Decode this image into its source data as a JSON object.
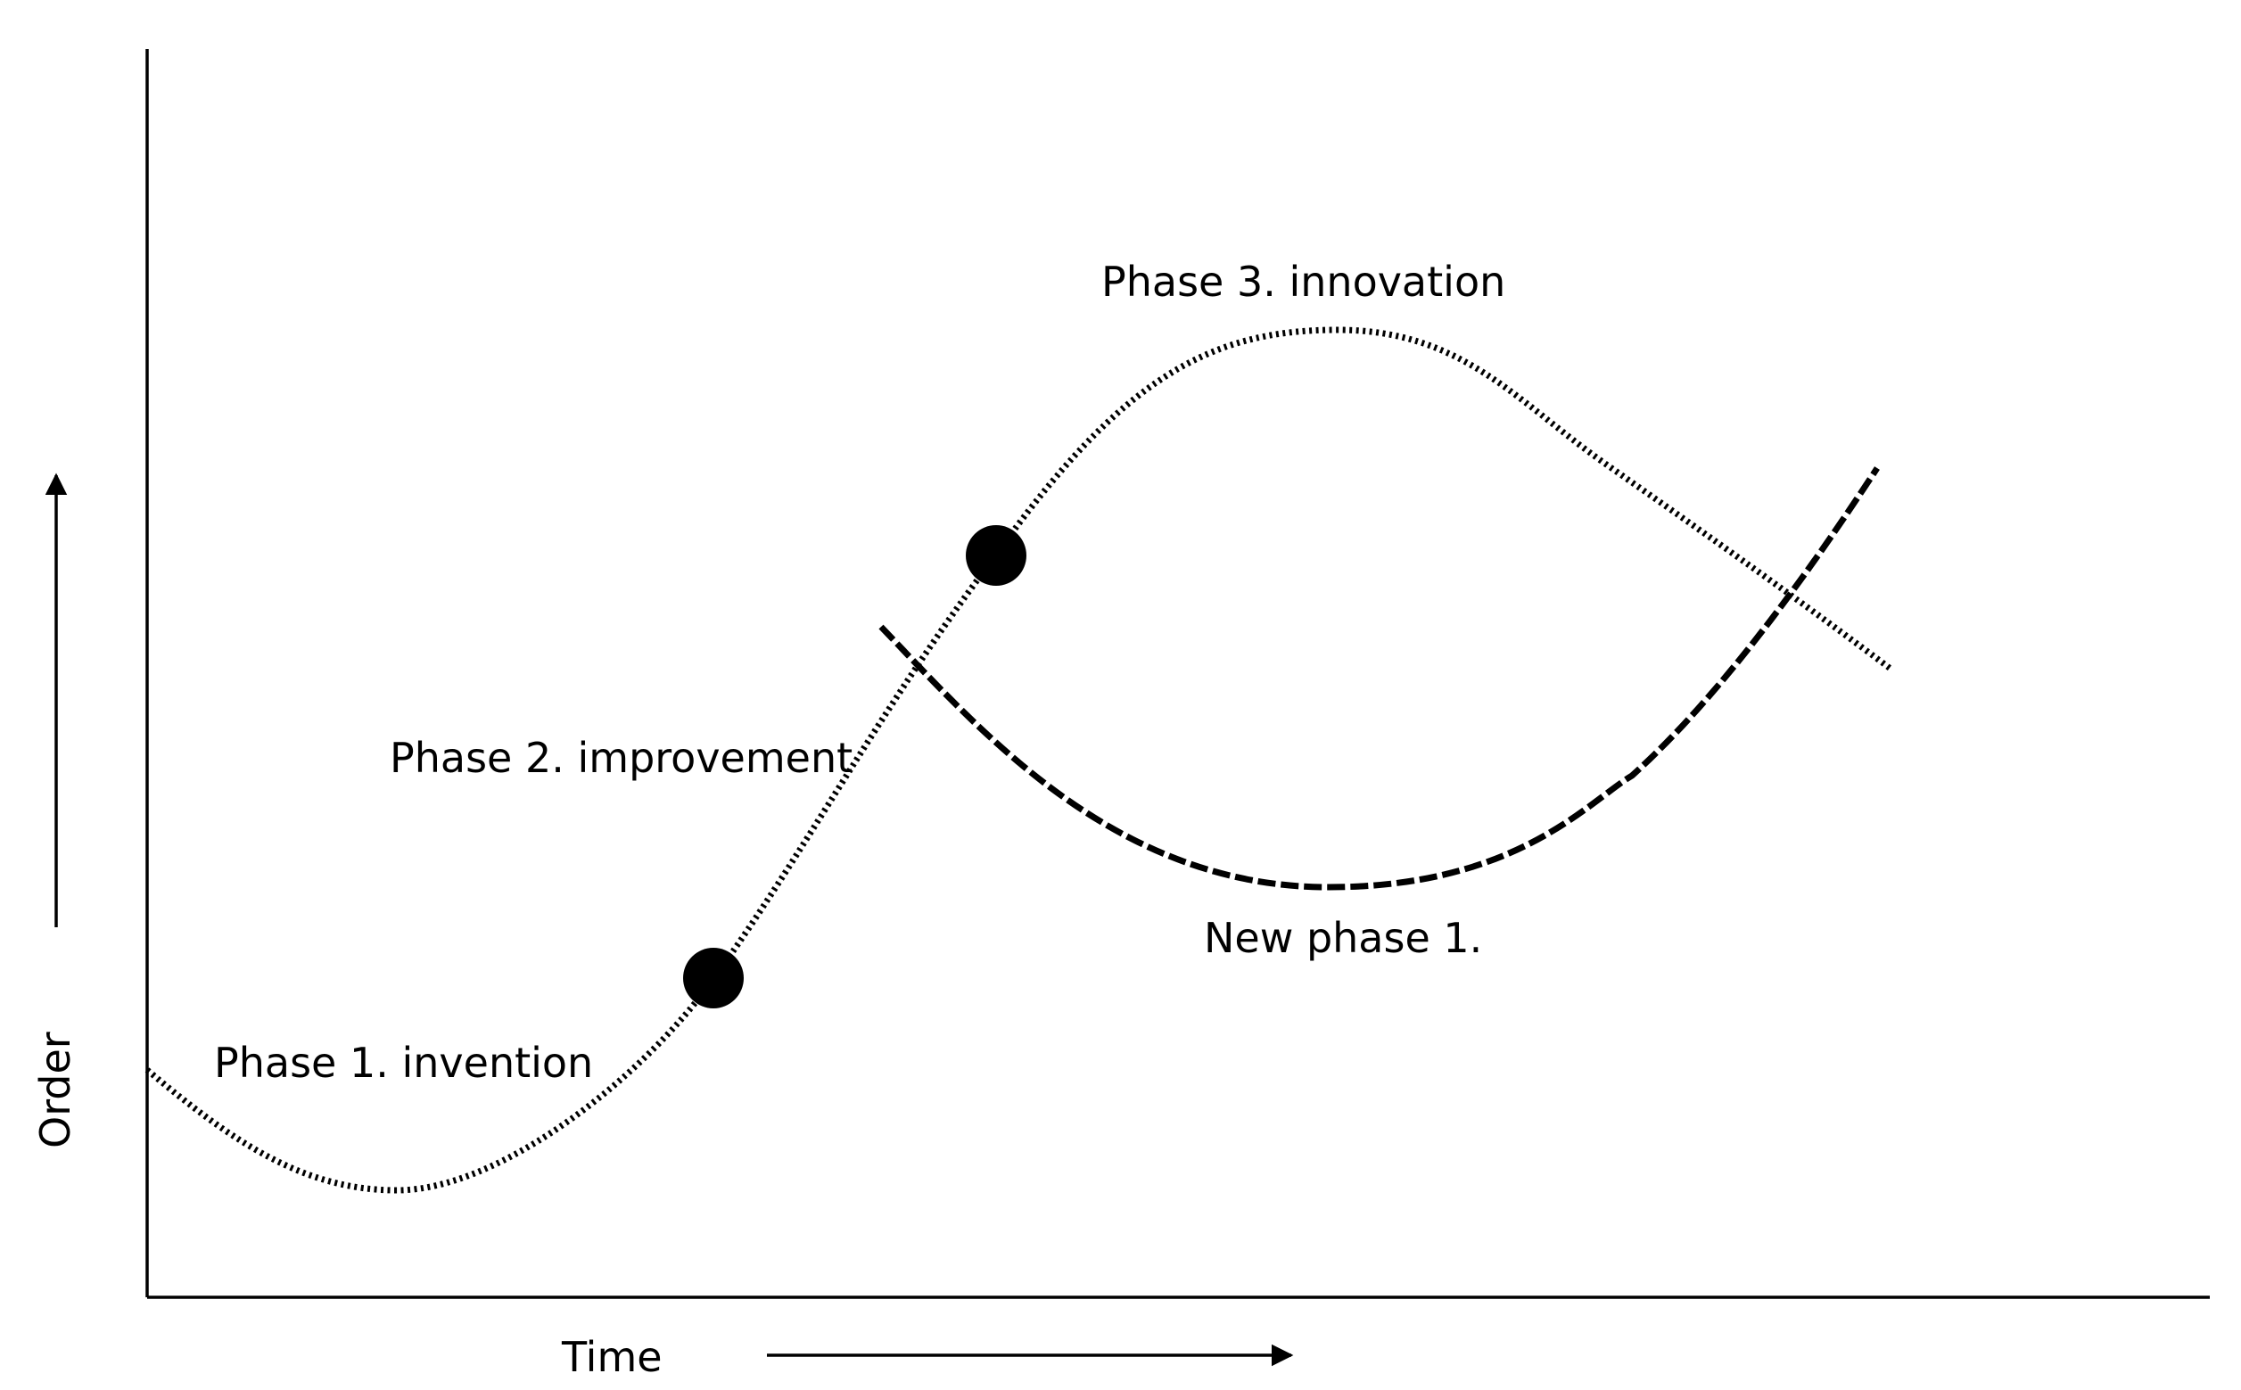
{
  "diagram": {
    "labels": {
      "phase1": "Phase 1. invention",
      "phase2": "Phase 2. improvement",
      "phase3": "Phase 3. innovation",
      "new_phase1": "New phase 1.",
      "x_axis": "Time",
      "y_axis": "Order"
    },
    "curves": {
      "main": "dotted",
      "new": "dashed"
    },
    "markers": [
      "phase-1-to-2-transition",
      "phase-2-to-3-transition"
    ]
  }
}
